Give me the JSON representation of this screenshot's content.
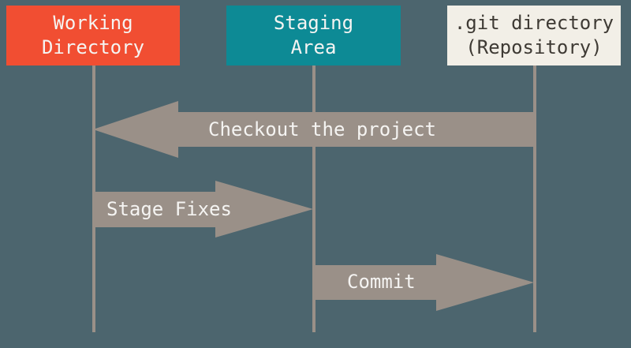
{
  "columns": [
    {
      "id": "working-directory",
      "label_lines": [
        "Working",
        "Directory"
      ]
    },
    {
      "id": "staging-area",
      "label_lines": [
        "Staging",
        "Area"
      ]
    },
    {
      "id": "git-directory",
      "label_lines": [
        ".git directory",
        "(Repository)"
      ]
    }
  ],
  "arrows": [
    {
      "id": "checkout",
      "label": "Checkout the project",
      "direction": "left",
      "from": "git-directory",
      "to": "working-directory"
    },
    {
      "id": "stage",
      "label": "Stage Fixes",
      "direction": "right",
      "from": "working-directory",
      "to": "staging-area"
    },
    {
      "id": "commit",
      "label": "Commit",
      "direction": "right",
      "from": "staging-area",
      "to": "git-directory"
    }
  ],
  "colors": {
    "background": "#4c656e",
    "arrow": "#9a9088",
    "box_working": "#f14e32",
    "box_staging": "#0d8a95",
    "box_git": "#f2efe7",
    "text_light": "#f5f4f2",
    "text_dark": "#3e3a34"
  }
}
